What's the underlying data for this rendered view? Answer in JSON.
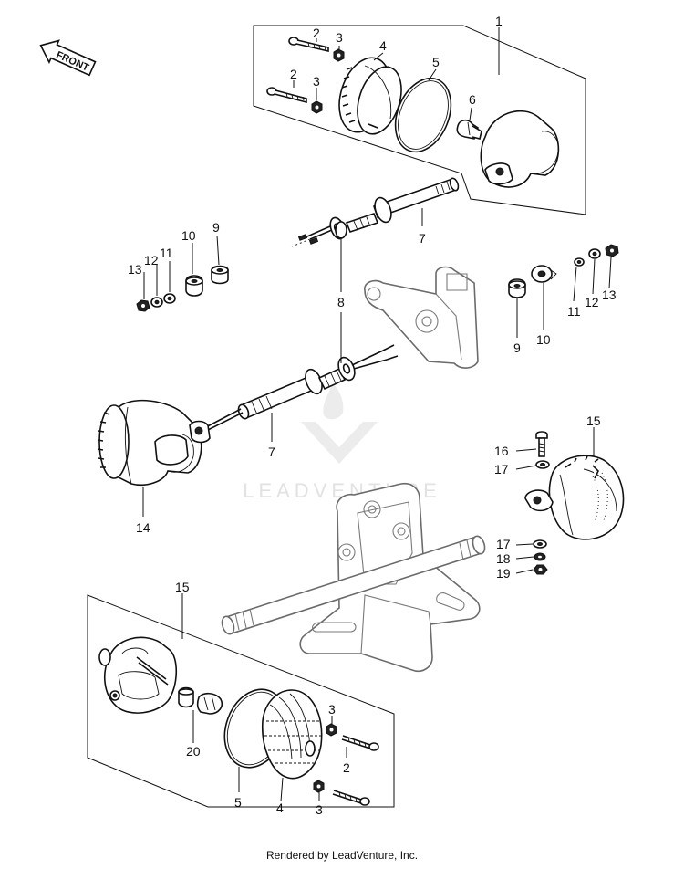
{
  "front_label": "FRONT",
  "watermark": "LEADVENTURE",
  "footer": "Rendered by LeadVenture, Inc.",
  "callouts": [
    {
      "id": "c1",
      "text": "1"
    },
    {
      "id": "c2a",
      "text": "2"
    },
    {
      "id": "c3a",
      "text": "3"
    },
    {
      "id": "c4a",
      "text": "4"
    },
    {
      "id": "c5a",
      "text": "5"
    },
    {
      "id": "c2b",
      "text": "2"
    },
    {
      "id": "c3b",
      "text": "3"
    },
    {
      "id": "c6",
      "text": "6"
    },
    {
      "id": "c7a",
      "text": "7"
    },
    {
      "id": "c8",
      "text": "8"
    },
    {
      "id": "c9a",
      "text": "9"
    },
    {
      "id": "c10a",
      "text": "10"
    },
    {
      "id": "c11a",
      "text": "11"
    },
    {
      "id": "c12a",
      "text": "12"
    },
    {
      "id": "c13a",
      "text": "13"
    },
    {
      "id": "c9b",
      "text": "9"
    },
    {
      "id": "c10b",
      "text": "10"
    },
    {
      "id": "c11b",
      "text": "11"
    },
    {
      "id": "c12b",
      "text": "12"
    },
    {
      "id": "c13b",
      "text": "13"
    },
    {
      "id": "c7b",
      "text": "7"
    },
    {
      "id": "c14",
      "text": "14"
    },
    {
      "id": "c15a",
      "text": "15"
    },
    {
      "id": "c16",
      "text": "16"
    },
    {
      "id": "c17a",
      "text": "17"
    },
    {
      "id": "c17b",
      "text": "17"
    },
    {
      "id": "c18",
      "text": "18"
    },
    {
      "id": "c19",
      "text": "19"
    },
    {
      "id": "c15b",
      "text": "15"
    },
    {
      "id": "c20",
      "text": "20"
    },
    {
      "id": "c3c",
      "text": "3"
    },
    {
      "id": "c2c",
      "text": "2"
    },
    {
      "id": "c5b",
      "text": "5"
    },
    {
      "id": "c4b",
      "text": "4"
    },
    {
      "id": "c3d",
      "text": "3"
    }
  ]
}
